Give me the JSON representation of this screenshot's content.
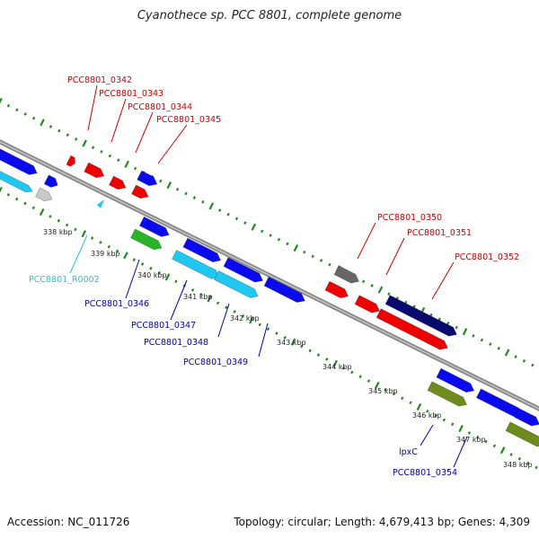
{
  "title": "Cyanothece sp. PCC 8801, complete genome",
  "footer": {
    "accession": "Accession: NC_011726",
    "summary": "Topology: circular; Length: 4,679,413 bp; Genes: 4,309"
  },
  "colors": {
    "red": "#ee0000",
    "blue": "#0a0aee",
    "navy": "#0a0a6e",
    "cyan": "#1ec8f0",
    "green": "#2ab42a",
    "olive": "#6e8c1e",
    "gray": "#666666",
    "lightgray": "#c8c8c8",
    "label_red": "#cc0000",
    "label_blue": "#0000aa",
    "label_cyan": "#33bbdd",
    "tick_green": "#228822"
  },
  "kbp_labels": [
    "338 kbp",
    "339 kbp",
    "340 kbp",
    "341 kbp",
    "342 kbp",
    "343 kbp",
    "344 kbp",
    "345 kbp",
    "346 kbp",
    "347 kbp",
    "348 kbp"
  ],
  "gene_labels": {
    "g0342": "PCC8801_0342",
    "g0343": "PCC8801_0343",
    "g0344": "PCC8801_0344",
    "g0345": "PCC8801_0345",
    "g0350": "PCC8801_0350",
    "g0351": "PCC8801_0351",
    "g0352": "PCC8801_0352",
    "gR0002": "PCC8801_R0002",
    "g0346": "PCC8801_0346",
    "g0347": "PCC8801_0347",
    "g0348": "PCC8801_0348",
    "g0349": "PCC8801_0349",
    "lpxC": "lpxC",
    "g0354": "PCC8801_0354"
  }
}
